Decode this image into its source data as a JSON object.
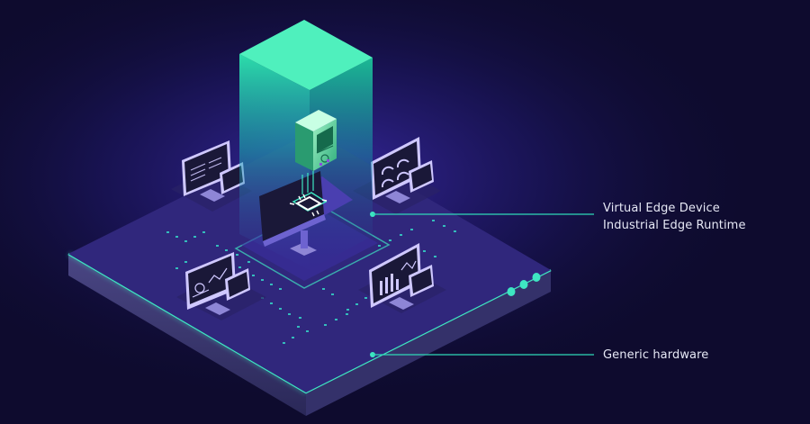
{
  "colors": {
    "background": "#0e0b2e",
    "platform_top": "#2c2470",
    "platform_side": "#3a376a",
    "glow_edge": "#3ee6c2",
    "accent_green": "#21d69a",
    "accent_purple": "#7a4cff",
    "screen": "#1a1838",
    "callout_line": "#2fd9b8",
    "text": "#e6e8f5"
  },
  "icons": {
    "container_device": "edge-device-icon",
    "chip": "processor-chip-icon",
    "status_lights": "led-indicator-icon"
  },
  "callouts": {
    "virtual_edge": {
      "line1": "Virtual Edge Device",
      "line2": "Industrial Edge Runtime"
    },
    "hardware": {
      "line1": "Generic hardware"
    }
  }
}
